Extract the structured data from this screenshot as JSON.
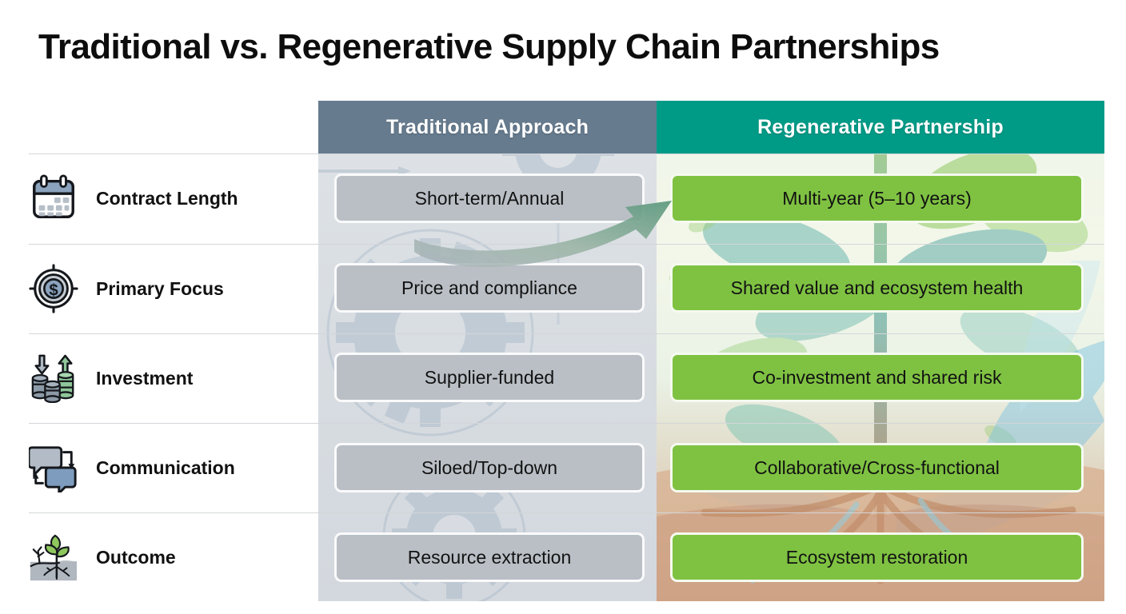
{
  "page": {
    "title": "Traditional vs. Regenerative Supply Chain Partnerships"
  },
  "colors": {
    "traditional_header": "#667b8e",
    "regenerative_header": "#009b87",
    "traditional_pill": "#b9bfc5",
    "regenerative_pill": "#7fc242",
    "traditional_panel": "#d8dde2",
    "title_text": "#0d0d0d",
    "separator": "#d3d6d9"
  },
  "columns": {
    "label_column_header": "",
    "traditional_header": "Traditional Approach",
    "regenerative_header": "Regenerative Partnership"
  },
  "rows": [
    {
      "icon": "calendar-icon",
      "label": "Contract Length",
      "traditional": "Short-term/Annual",
      "regenerative": "Multi-year (5–10 years)"
    },
    {
      "icon": "target-dollar-icon",
      "label": "Primary Focus",
      "traditional": "Price and compliance",
      "regenerative": "Shared value and ecosystem health"
    },
    {
      "icon": "coin-stacks-icon",
      "label": "Investment",
      "traditional": "Supplier-funded",
      "regenerative": "Co-investment and shared risk"
    },
    {
      "icon": "speech-bubbles-icon",
      "label": "Communication",
      "traditional": "Siloed/Top-down",
      "regenerative": "Collaborative/Cross-functional"
    },
    {
      "icon": "sprout-roots-icon",
      "label": "Outcome",
      "traditional": "Resource extraction",
      "regenerative": "Ecosystem restoration"
    }
  ],
  "decorations": {
    "transition_arrow": "curved-arrow-gray-to-green",
    "traditional_watermark": "gears-and-straight-arrows",
    "regenerative_watermark": "watercolor-plant-leaves-water-roots"
  }
}
